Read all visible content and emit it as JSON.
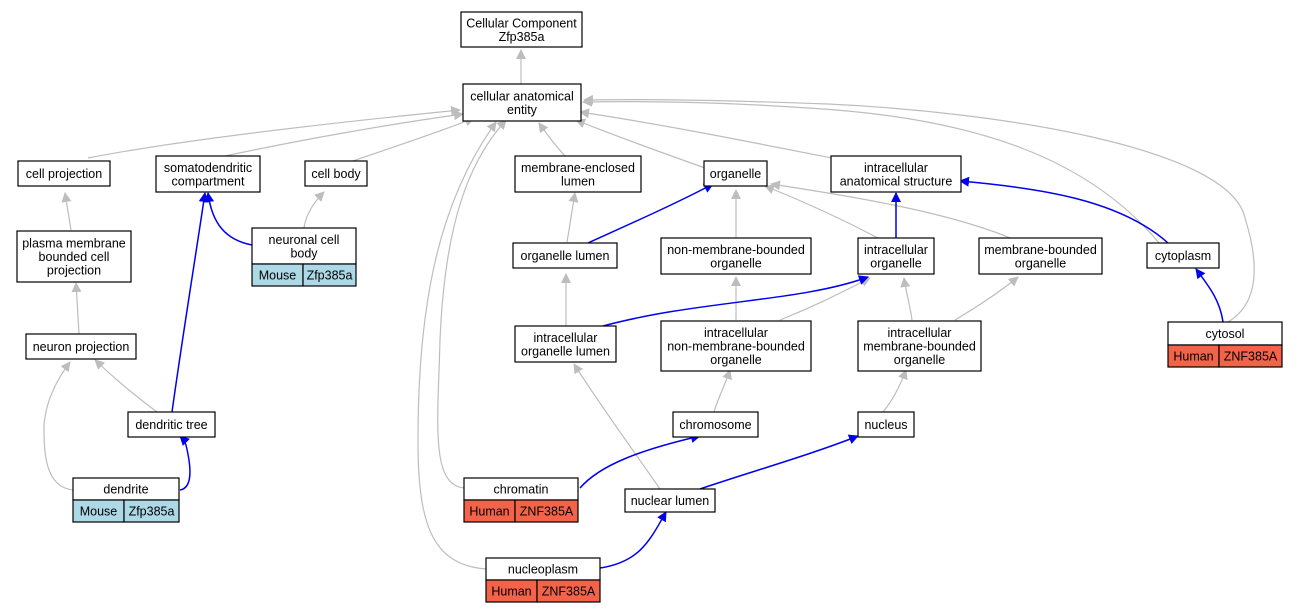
{
  "colors": {
    "mouse": "#add8e6",
    "human": "#f26349",
    "part_of_edge": "#0000ee",
    "is_a_edge": "#bdbdbd"
  },
  "nodes": {
    "root": [
      "Cellular Component",
      "Zfp385a"
    ],
    "cae": [
      "cellular anatomical",
      "entity"
    ],
    "cellproj": [
      "cell projection"
    ],
    "somato": [
      "somatodendritic",
      "compartment"
    ],
    "cellbody": [
      "cell body"
    ],
    "mel": [
      "membrane-enclosed",
      "lumen"
    ],
    "organelle": [
      "organelle"
    ],
    "ias": [
      "intracellular",
      "anatomical structure"
    ],
    "pmbcp": [
      "plasma membrane",
      "bounded cell",
      "projection"
    ],
    "ncb": [
      "neuronal cell",
      "body"
    ],
    "olumen": [
      "organelle lumen"
    ],
    "nmbo": [
      "non-membrane-bounded",
      "organelle"
    ],
    "iorg": [
      "intracellular",
      "organelle"
    ],
    "mbo": [
      "membrane-bounded",
      "organelle"
    ],
    "cytoplasm": [
      "cytoplasm"
    ],
    "neuronproj": [
      "neuron projection"
    ],
    "iol": [
      "intracellular",
      "organelle lumen"
    ],
    "inmbo": [
      "intracellular",
      "non-membrane-bounded",
      "organelle"
    ],
    "imbo": [
      "intracellular",
      "membrane-bounded",
      "organelle"
    ],
    "cytosol": [
      "cytosol"
    ],
    "dtree": [
      "dendritic tree"
    ],
    "chromosome": [
      "chromosome"
    ],
    "nucleus": [
      "nucleus"
    ],
    "dendrite": [
      "dendrite"
    ],
    "chromatin": [
      "chromatin"
    ],
    "nlumen": [
      "nuclear lumen"
    ],
    "nucleoplasm": [
      "nucleoplasm"
    ]
  },
  "annotations": {
    "ncb": [
      "Mouse",
      "Zfp385a"
    ],
    "dendrite": [
      "Mouse",
      "Zfp385a"
    ],
    "cytosol": [
      "Human",
      "ZNF385A"
    ],
    "chromatin": [
      "Human",
      "ZNF385A"
    ],
    "nucleoplasm": [
      "Human",
      "ZNF385A"
    ]
  }
}
